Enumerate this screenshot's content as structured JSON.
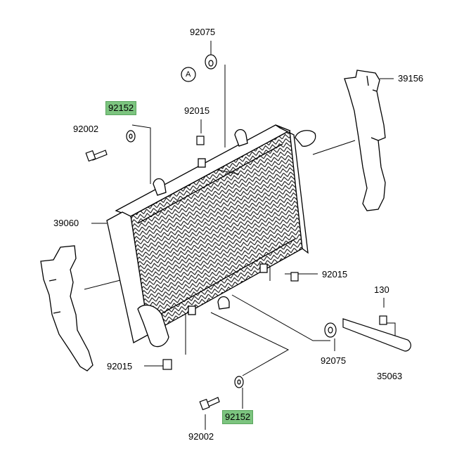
{
  "diagram": {
    "highlight_color": "#7cc47f",
    "part_labels": {
      "rubber_top": "92075",
      "ref_marker": "A",
      "collar_top_hl": "92152",
      "bolt_top": "92002",
      "clip_top": "92015",
      "shroud_right": "39156",
      "radiator": "39060",
      "clip_right": "92015",
      "screw_130": "130",
      "clip_bottom": "92015",
      "rubber_bottom": "92075",
      "bracket": "35063",
      "collar_bottom_hl": "92152",
      "bolt_bottom": "92002"
    }
  }
}
